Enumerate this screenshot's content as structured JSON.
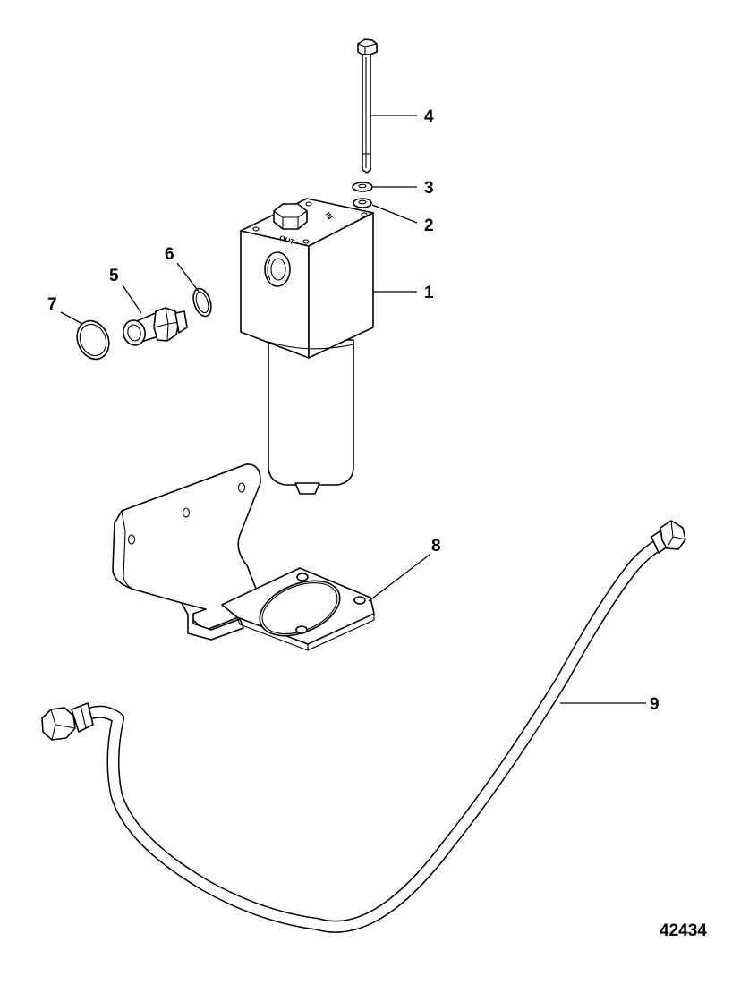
{
  "callouts": {
    "c1": "1",
    "c2": "2",
    "c3": "3",
    "c4": "4",
    "c5": "5",
    "c6": "6",
    "c7": "7",
    "c8": "8",
    "c9": "9"
  },
  "port_labels": {
    "out": "OUT",
    "in": "IN"
  },
  "figure_number": "42434",
  "colors": {
    "line": "#000000",
    "background": "#ffffff"
  }
}
